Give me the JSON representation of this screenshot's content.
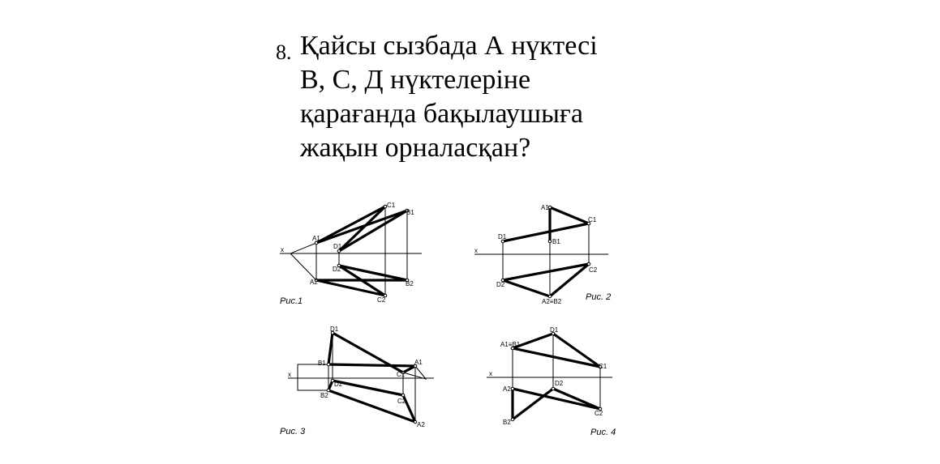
{
  "question": {
    "number": "8.",
    "lines": [
      "Қайсы сызбада А нүктесі",
      "В, С, Д нүктелеріне",
      "қарағанда бақылаушыға",
      "жақын орналасқан?"
    ]
  },
  "figures": [
    {
      "caption": "Рис.1",
      "axis_label": "x",
      "labels": [
        "C1",
        "B1",
        "A1",
        "D1",
        "D2",
        "A2",
        "B2",
        "C2"
      ]
    },
    {
      "caption": "Рис. 2",
      "axis_label": "x",
      "labels": [
        "A1",
        "C1",
        "D1",
        "B1",
        "C2",
        "D2",
        "A2≡B2"
      ]
    },
    {
      "caption": "Рис. 3",
      "axis_label": "x",
      "labels": [
        "D1",
        "B1",
        "A1",
        "C1",
        "D2",
        "B2",
        "C2",
        "A2"
      ]
    },
    {
      "caption": "Рис. 4",
      "axis_label": "x",
      "labels": [
        "D1",
        "A1≡B1",
        "C1",
        "D2",
        "A2",
        "B2",
        "C2"
      ]
    }
  ]
}
